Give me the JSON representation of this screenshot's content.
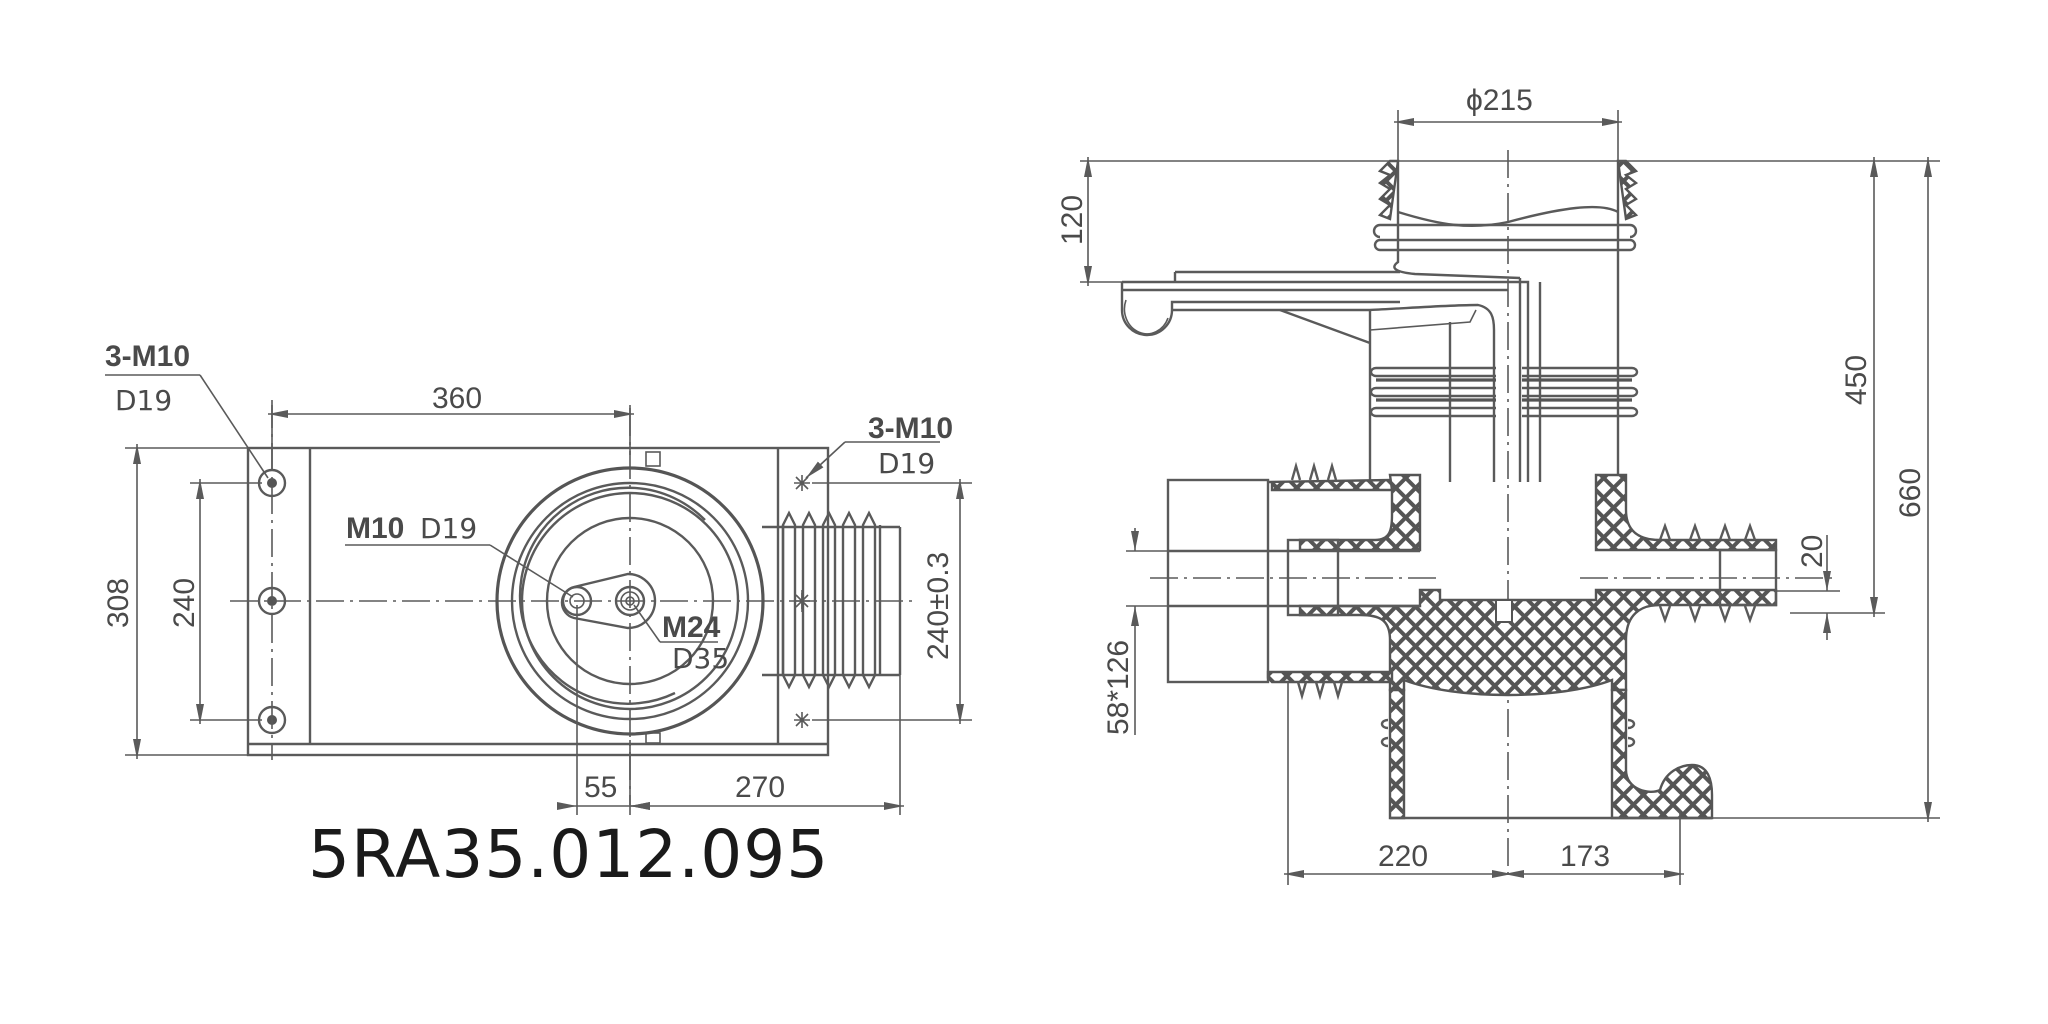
{
  "drawing": {
    "part_number": "5RA35.012.095",
    "line_color": "#5a5a5a",
    "text_color": "#4a4a4a",
    "part_number_color": "#1a1a1a",
    "hatch_fill": "#555555"
  },
  "left_view": {
    "callouts": {
      "top_left_holes": {
        "thread": "3-M10",
        "depth": "D19"
      },
      "top_right_holes": {
        "thread": "3-M10",
        "depth": "D19"
      },
      "eccentric_hole": {
        "thread": "M10",
        "depth": "D19"
      },
      "center_hole": {
        "thread": "M24",
        "depth": "D35"
      }
    },
    "dimensions": {
      "width_hole_to_center": "360",
      "overall_height": "308",
      "hole_spacing_left": "240",
      "hole_spacing_right": "240±0.3",
      "eccentric_offset": "55",
      "center_to_end": "270"
    }
  },
  "right_view": {
    "dimensions": {
      "top_diameter": "ϕ215",
      "top_section_height": "120",
      "top_to_axis": "450",
      "overall_height": "660",
      "axis_offset": "20",
      "side_opening": "58*126",
      "left_extent": "220",
      "right_extent": "173"
    }
  }
}
